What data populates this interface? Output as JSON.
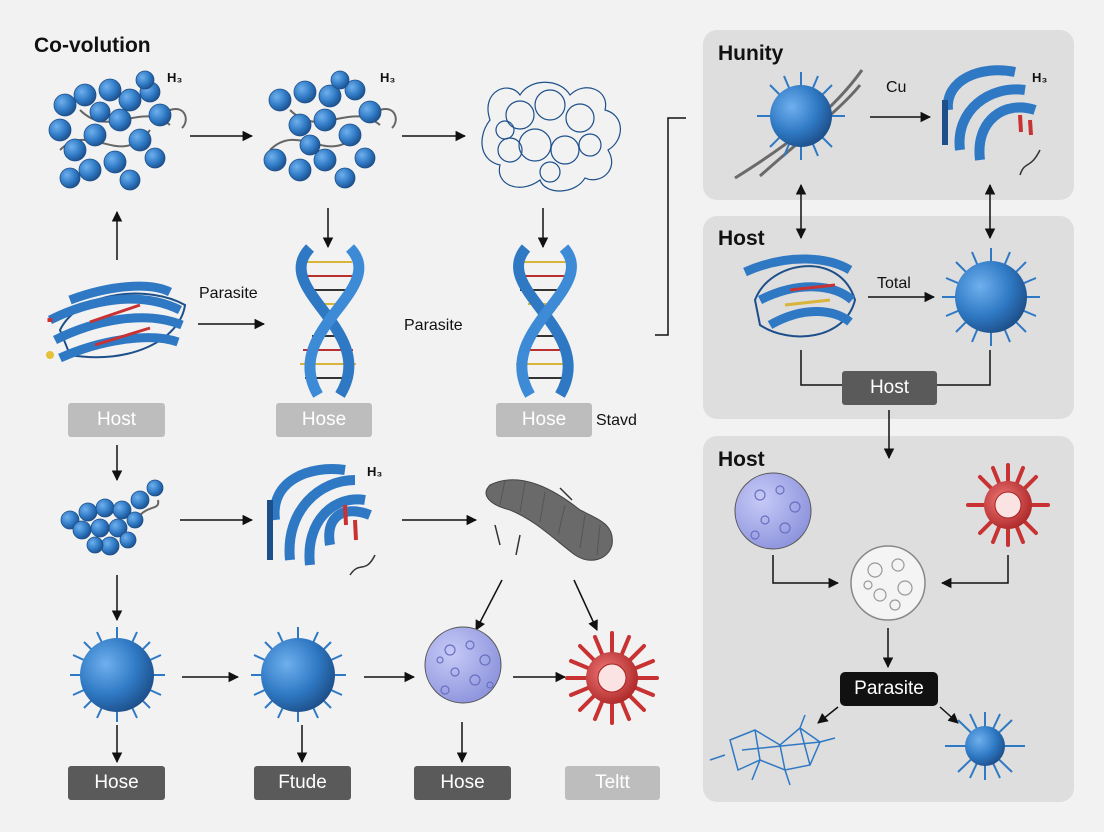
{
  "title": "Co-volution",
  "labels": {
    "h_1": "H₃",
    "h_2": "H₃",
    "h_3": "H₃",
    "h_4": "H₃",
    "parasite_1": "Parasite",
    "parasite_2": "Parasite",
    "stavd": "Stavd",
    "cu": "Cu",
    "total": "Total"
  },
  "left_pills": {
    "row1": [
      "Host",
      "Hose",
      "Hose"
    ],
    "row2": [
      "Hose",
      "Ftude",
      "Hose",
      "Teltt"
    ]
  },
  "panels": {
    "top": {
      "title": "Hunity"
    },
    "middle": {
      "title": "Host",
      "pill": "Host"
    },
    "bottom": {
      "title": "Host",
      "pill": "Parasite"
    }
  },
  "colors": {
    "blue": "#2f79c4",
    "blue_dark": "#1d4f8a",
    "red": "#c83232",
    "lavender": "#9aa0e8",
    "panel": "#dedede"
  }
}
